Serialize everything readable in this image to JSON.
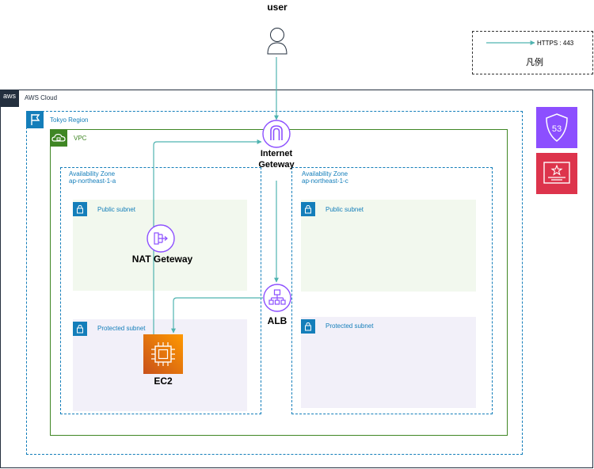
{
  "user": {
    "label": "user"
  },
  "legend": {
    "arrow_label": "HTTPS : 443",
    "title": "凡例"
  },
  "cloud": {
    "label": "AWS Cloud",
    "logo_text": "aws"
  },
  "region": {
    "label": "Tokyo Region"
  },
  "vpc": {
    "label": "VPC"
  },
  "az_a": {
    "line1": "Availability Zone",
    "line2": "ap-northeast-1-a"
  },
  "az_c": {
    "line1": "Availability Zone",
    "line2": "ap-northeast-1-c"
  },
  "subnets": {
    "public_a": "Public subnet",
    "protected_a": "Protected subnet",
    "public_c": "Public subnet",
    "protected_c": "Protected subnet"
  },
  "igw": {
    "line1": "Internet",
    "line2": "Geteway"
  },
  "nat": {
    "label": "NAT Geteway"
  },
  "alb": {
    "label": "ALB"
  },
  "ec2": {
    "label": "EC2"
  },
  "route53": {
    "number": "53"
  },
  "colors": {
    "arrow": "#4fb3b0",
    "region_border": "#147eba",
    "vpc_border": "#3f8624",
    "public_fill": "#f2f8ee",
    "protected_fill": "#f2f0f9",
    "network_purple": "#8c4fff",
    "ec2_orange": "#ed7100",
    "cert_red": "#dd344c"
  }
}
